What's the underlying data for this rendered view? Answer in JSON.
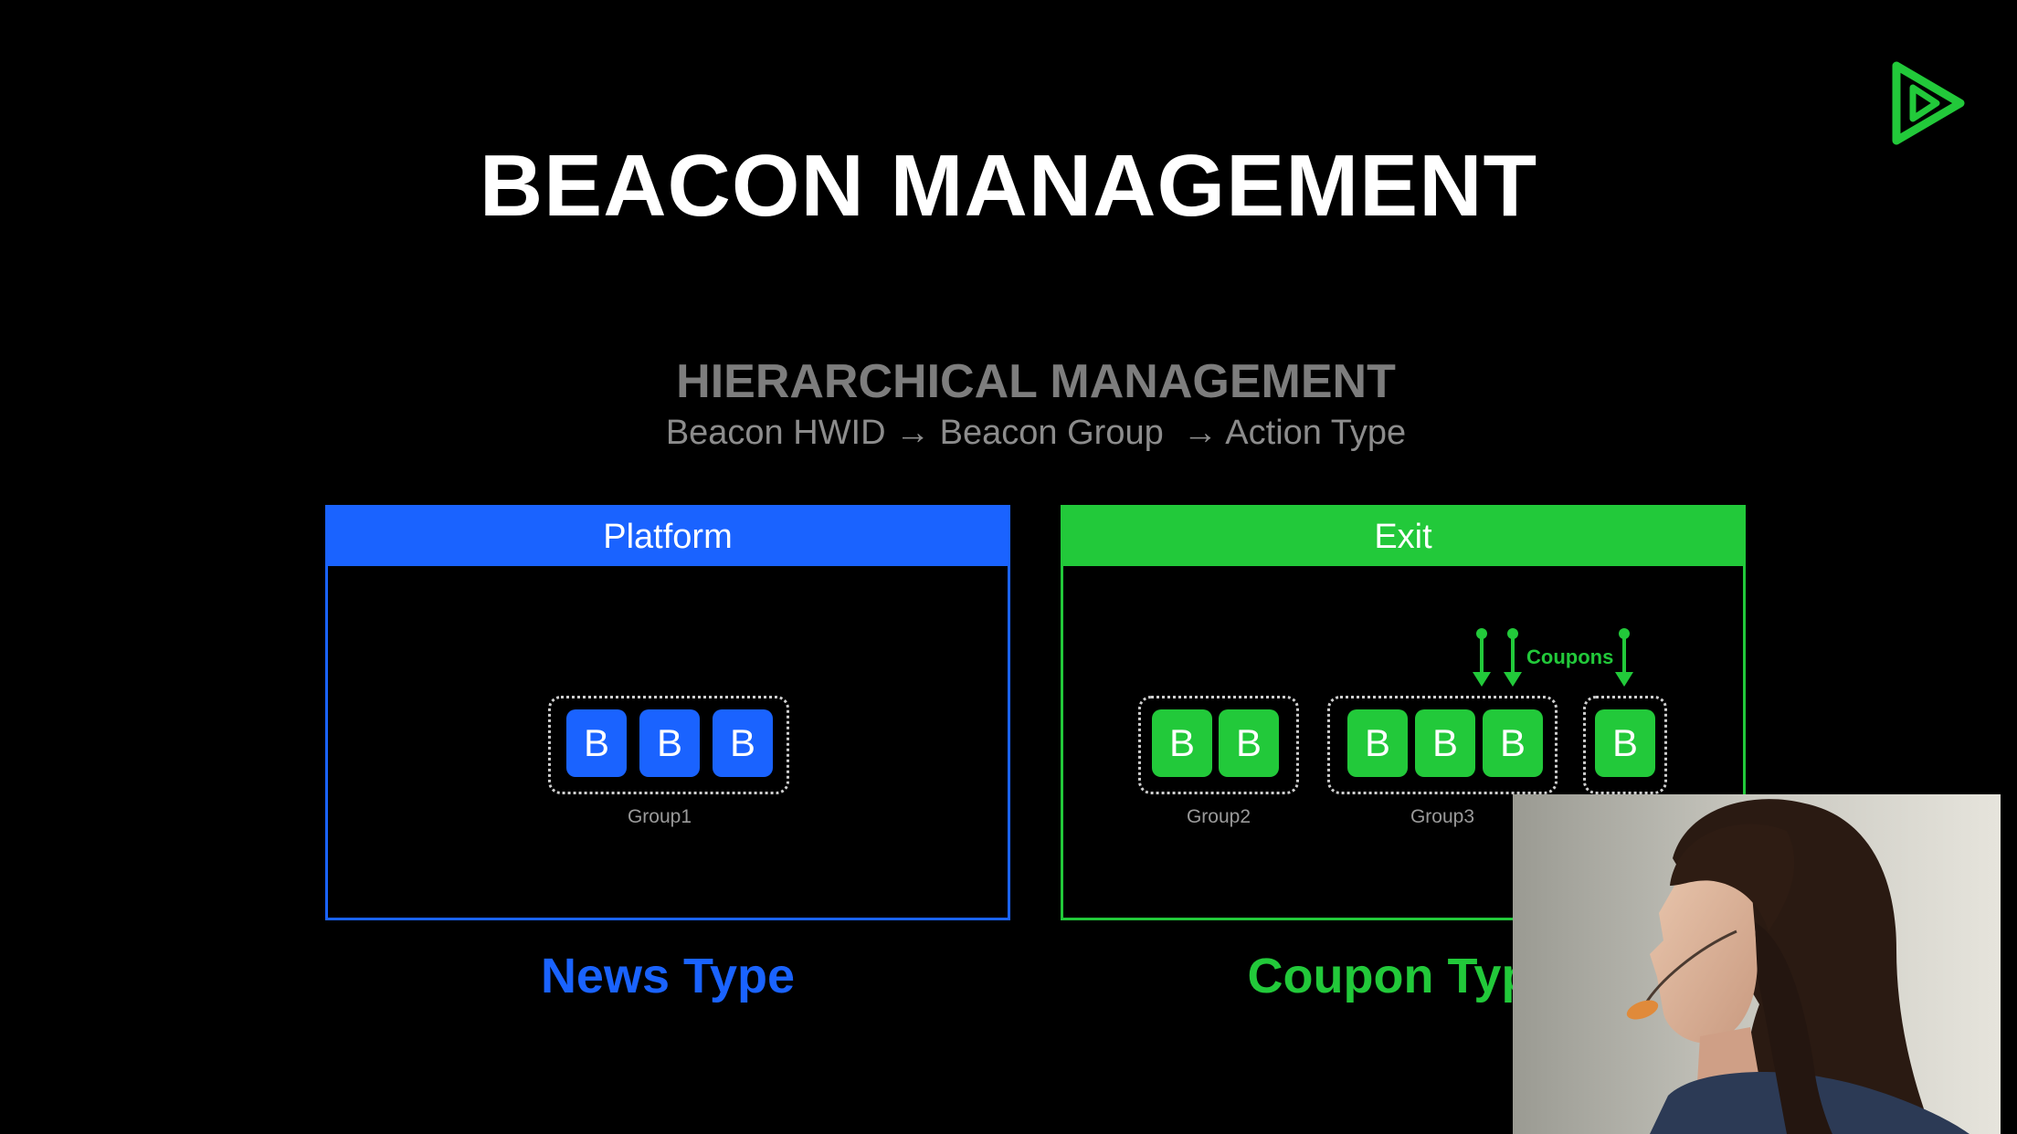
{
  "slide": {
    "title": "BEACON MANAGEMENT",
    "subtitle": "HIERARCHICAL MANAGEMENT",
    "hierarchy_line": "Beacon HWID → Beacon Group  → Action Type"
  },
  "panels": {
    "platform": {
      "header": "Platform",
      "groups": [
        {
          "label": "Group1",
          "beacons": [
            "B",
            "B",
            "B"
          ]
        }
      ],
      "caption": "News Type"
    },
    "exit": {
      "header": "Exit",
      "groups": [
        {
          "label": "Group2",
          "beacons": [
            "B",
            "B"
          ]
        },
        {
          "label": "Group3",
          "beacons": [
            "B",
            "B",
            "B"
          ]
        },
        {
          "label": "",
          "beacons": [
            "B"
          ]
        }
      ],
      "coupons_label": "Coupons",
      "caption": "Coupon Type"
    }
  },
  "colors": {
    "background": "#000000",
    "platform_blue": "#1a63ff",
    "exit_green": "#22c93a",
    "title_white": "#ffffff",
    "subtitle_gray": "#7d7d7d"
  },
  "icons": {
    "logo": "play-triangle-icon",
    "arrow": "arrow-down-icon"
  }
}
